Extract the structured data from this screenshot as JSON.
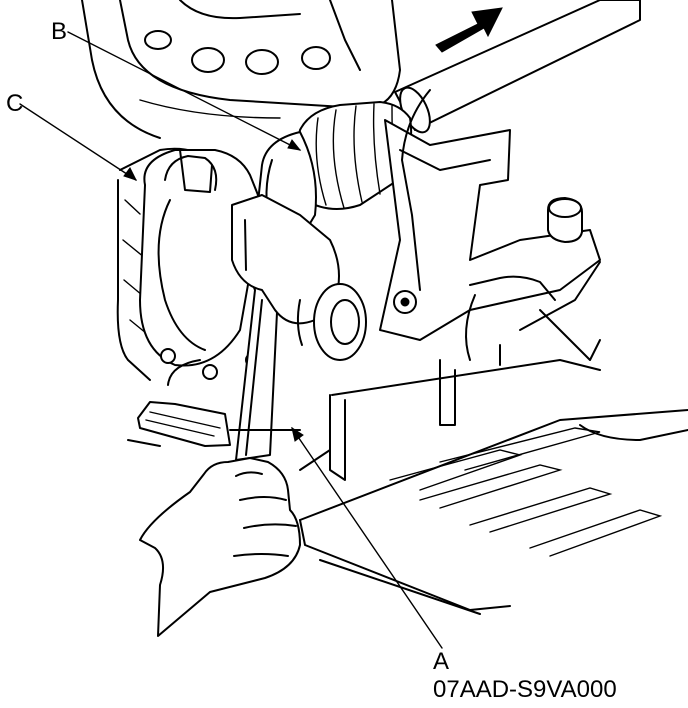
{
  "callouts": {
    "a": "A",
    "b": "B",
    "c": "C"
  },
  "part_code": "07AAD-S9VA000"
}
